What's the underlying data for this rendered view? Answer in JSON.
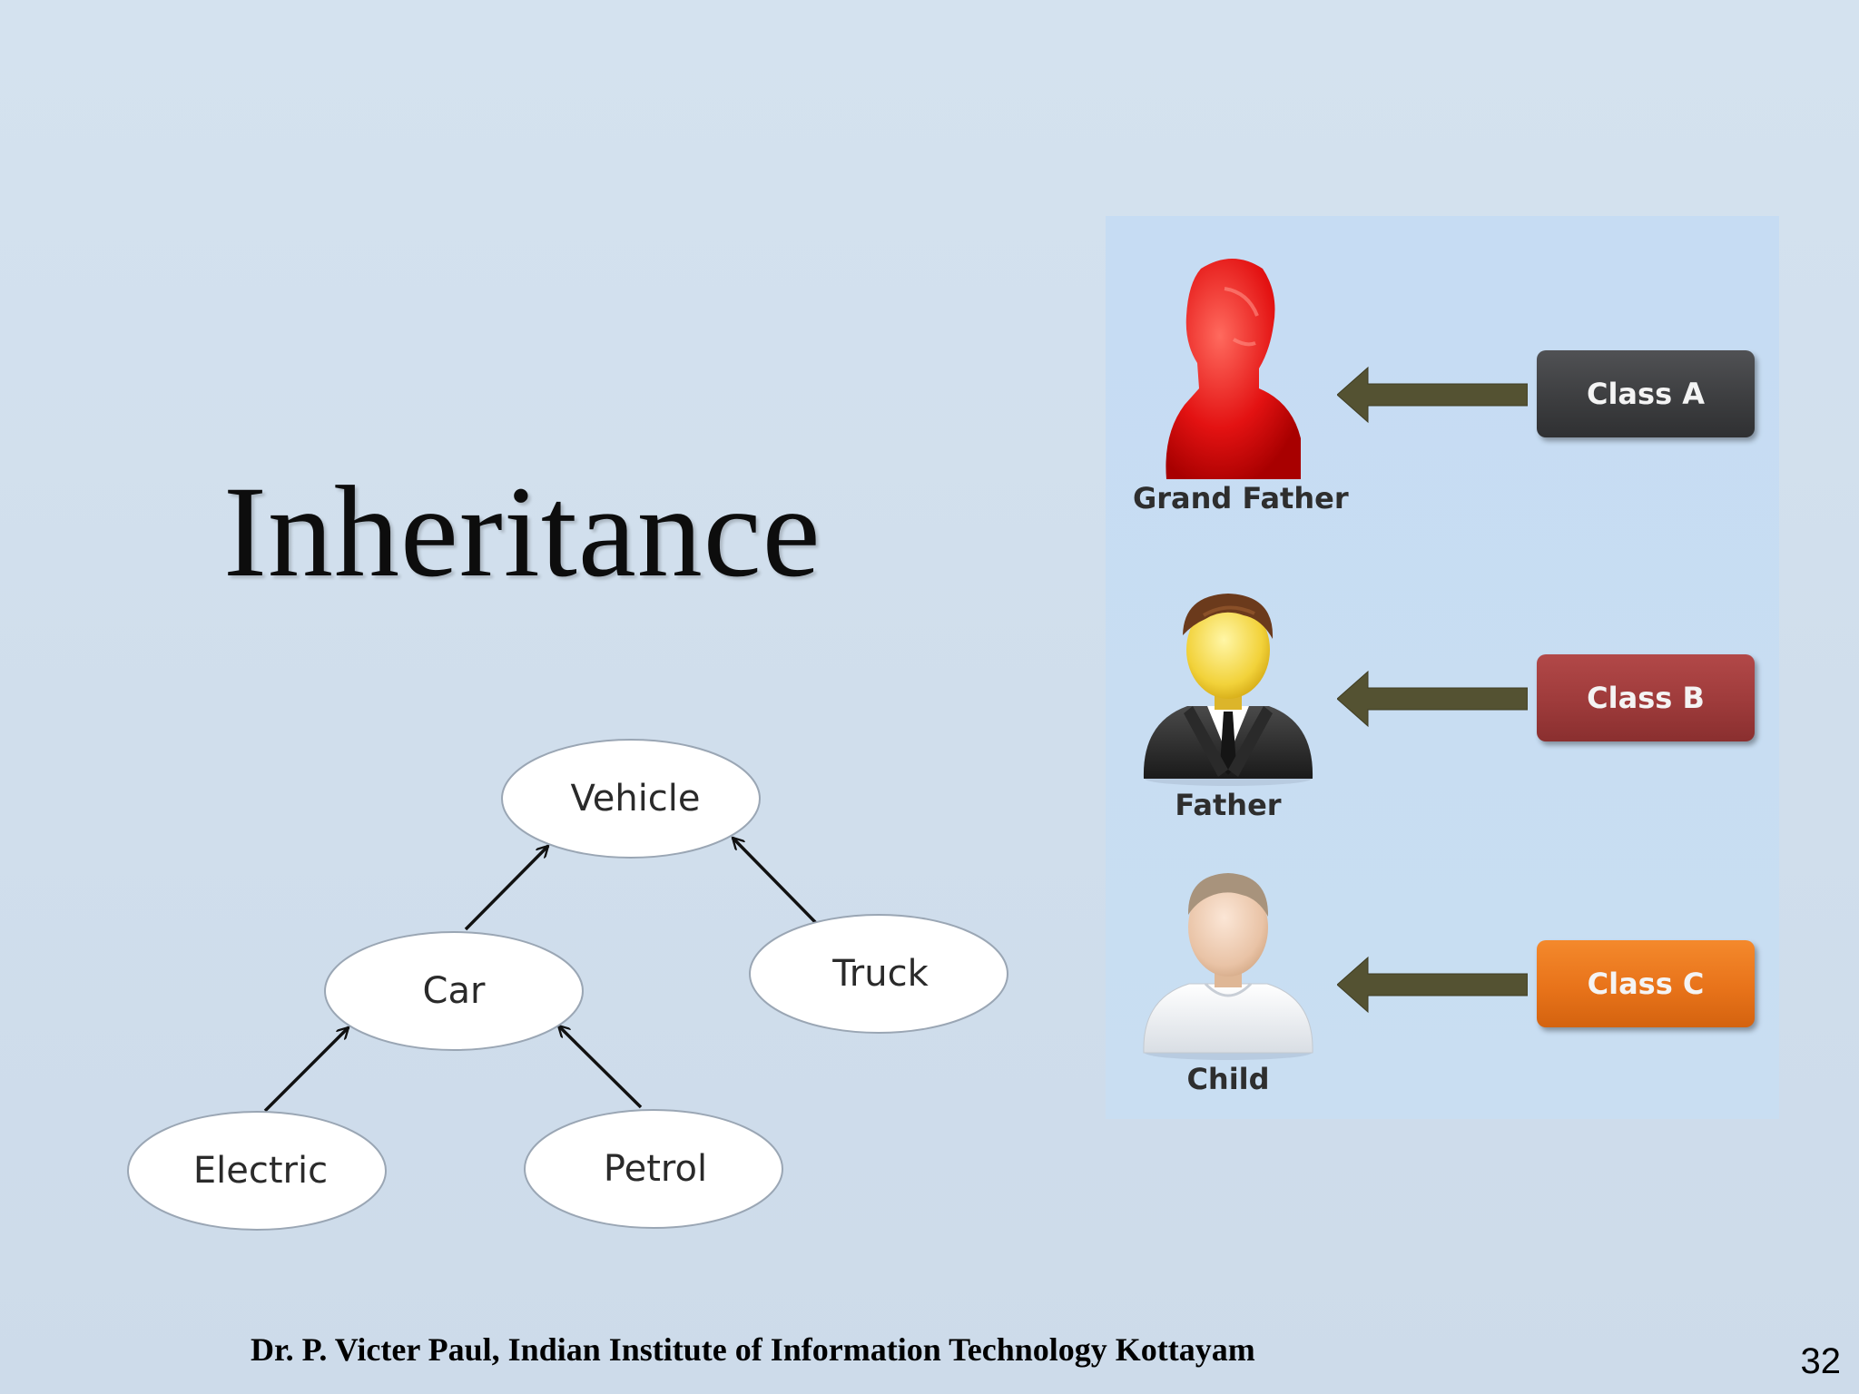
{
  "slide": {
    "title": "Inheritance",
    "footer": "Dr. P. Victer Paul, Indian Institute of Information Technology Kottayam",
    "page_number": "32"
  },
  "tree": {
    "nodes": [
      "Vehicle",
      "Car",
      "Truck",
      "Electric",
      "Petrol"
    ],
    "edges": [
      [
        "Car",
        "Vehicle"
      ],
      [
        "Truck",
        "Vehicle"
      ],
      [
        "Electric",
        "Car"
      ],
      [
        "Petrol",
        "Car"
      ]
    ]
  },
  "family": {
    "rows": [
      {
        "person": "Grand Father",
        "class_label": "Class A",
        "figure": "red-bust-icon",
        "color": "#3d3e40"
      },
      {
        "person": "Father",
        "class_label": "Class B",
        "figure": "suited-man-icon",
        "color": "#9e3b3b"
      },
      {
        "person": "Child",
        "class_label": "Class C",
        "figure": "child-icon",
        "color": "#e8731a"
      }
    ],
    "arrow_color": "#545232"
  }
}
